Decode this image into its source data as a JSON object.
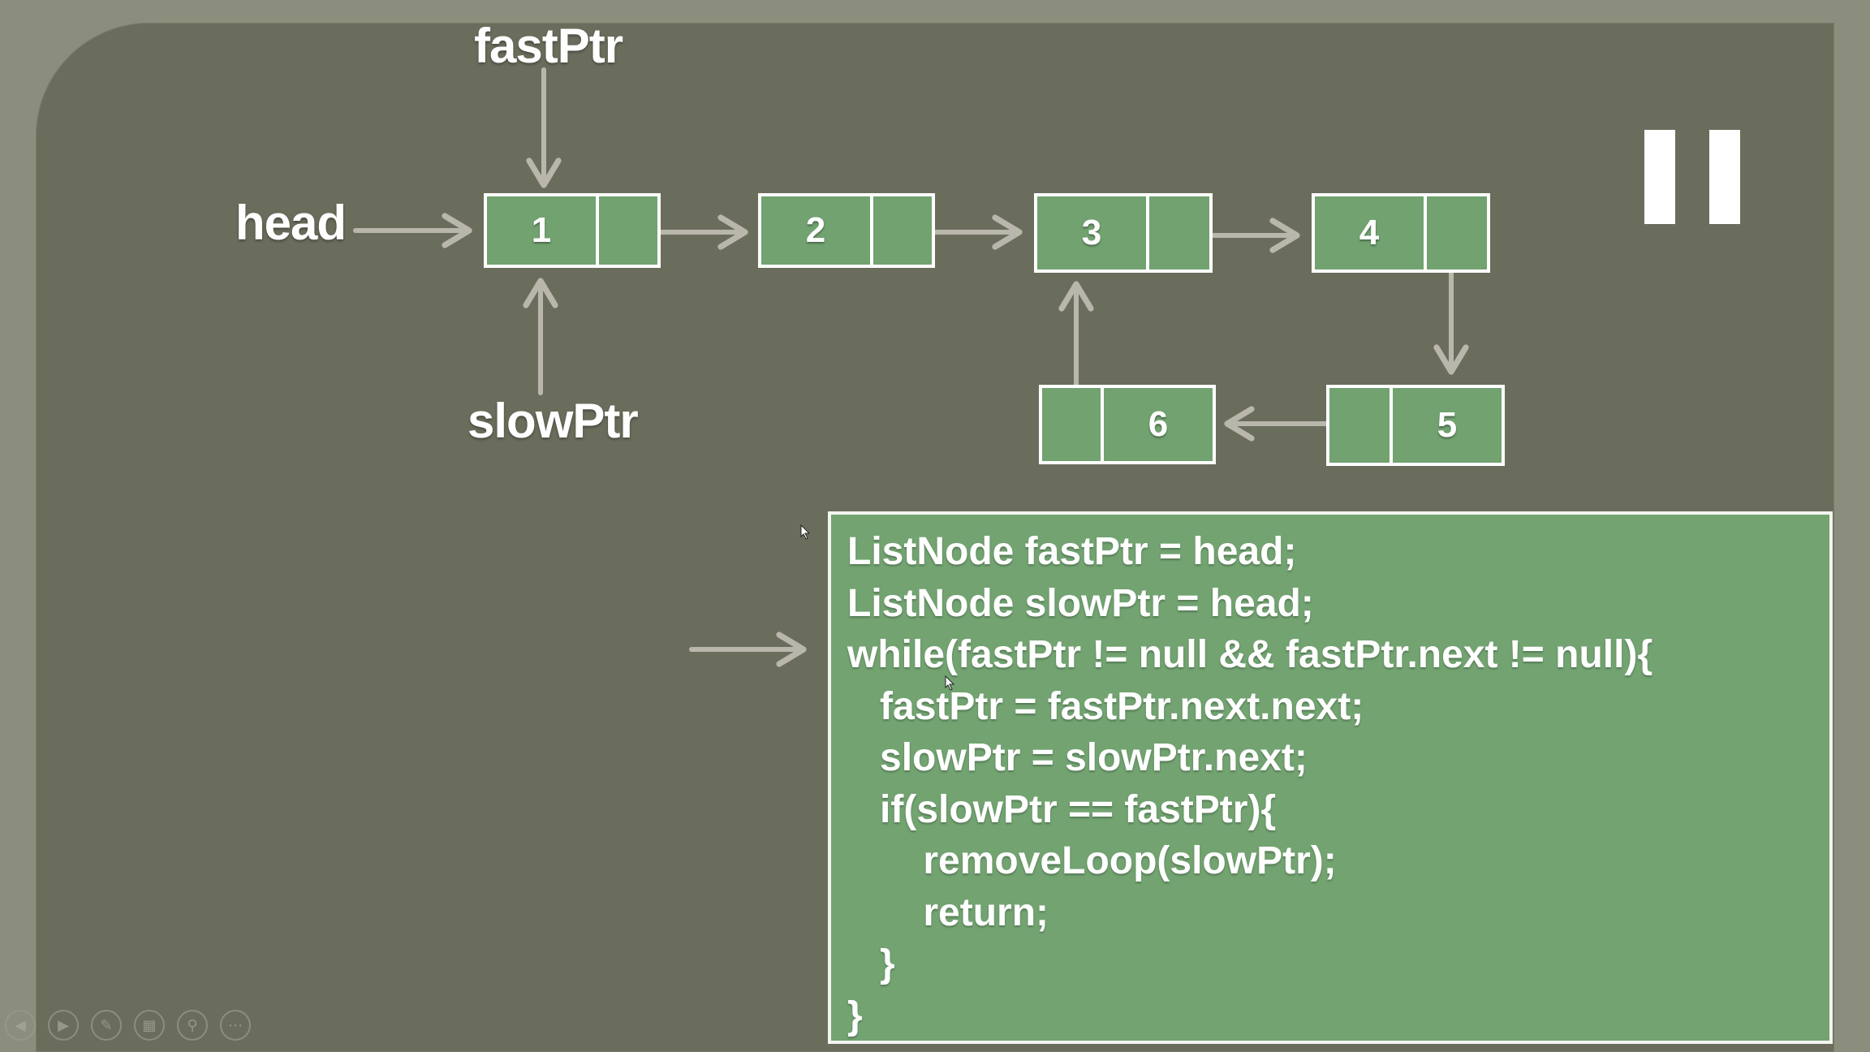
{
  "labels": {
    "head": "head",
    "fast_ptr": "fastPtr",
    "slow_ptr": "slowPtr"
  },
  "nodes": [
    {
      "value": "1"
    },
    {
      "value": "2"
    },
    {
      "value": "3"
    },
    {
      "value": "4"
    },
    {
      "value": "5"
    },
    {
      "value": "6"
    }
  ],
  "code_lines": [
    "ListNode fastPtr = head;",
    "ListNode slowPtr = head;",
    "while(fastPtr != null && fastPtr.next != null){",
    "   fastPtr = fastPtr.next.next;",
    "   slowPtr = slowPtr.next;",
    "   if(slowPtr == fastPtr){",
    "       removeLoop(slowPtr);",
    "       return;",
    "   }",
    "}"
  ],
  "colors": {
    "node_fill": "#71a270",
    "code_fill": "#72a371",
    "slide_bg": "#6b6d5c",
    "arrow": "#b9b7ac"
  },
  "icons": {
    "pause": "pause-icon",
    "controls": [
      "previous-icon",
      "next-icon",
      "pen-icon",
      "slides-icon",
      "zoom-icon",
      "more-icon"
    ]
  }
}
